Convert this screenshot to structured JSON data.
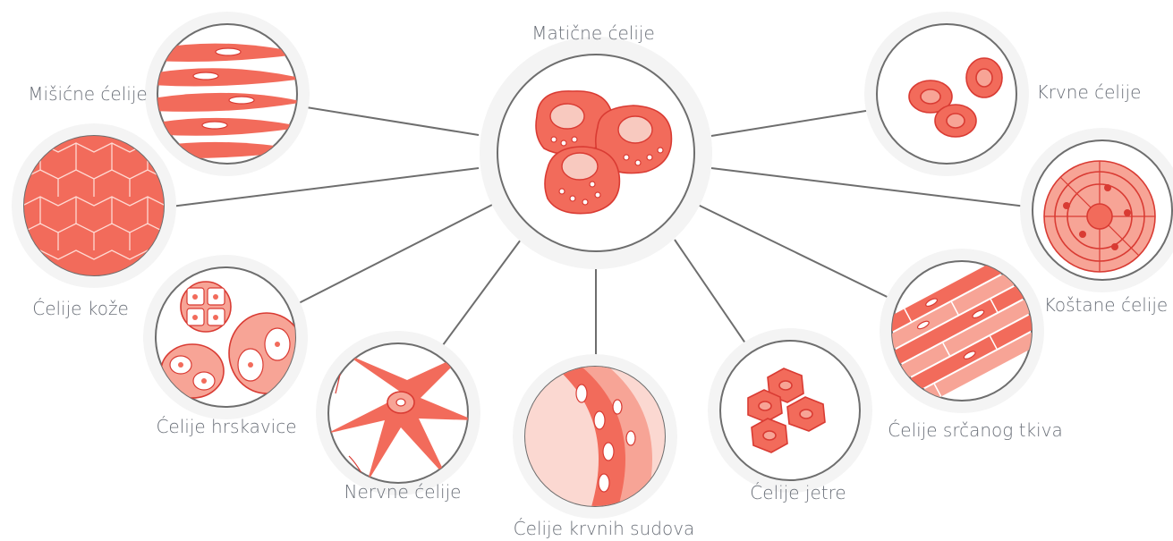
{
  "colors": {
    "cell_fill": "#f26b5b",
    "cell_light": "#f7a496",
    "cell_stroke": "#d93b33",
    "line": "#6e6e6e",
    "label": "#6b7079"
  },
  "center": {
    "label": "Matične ćelije"
  },
  "nodes": [
    {
      "id": "muscle",
      "label": "Mišićne ćelije"
    },
    {
      "id": "skin",
      "label": "Ćelije kože"
    },
    {
      "id": "cartilage",
      "label": "Ćelije hrskavice"
    },
    {
      "id": "nerve",
      "label": "Nervne ćelije"
    },
    {
      "id": "vessel",
      "label": "Ćelije krvnih sudova"
    },
    {
      "id": "liver",
      "label": "Ćelije jetre"
    },
    {
      "id": "heart",
      "label": "Ćelije srčanog tkiva"
    },
    {
      "id": "bone",
      "label": "Koštane ćelije"
    },
    {
      "id": "blood",
      "label": "Krvne ćelije"
    }
  ]
}
